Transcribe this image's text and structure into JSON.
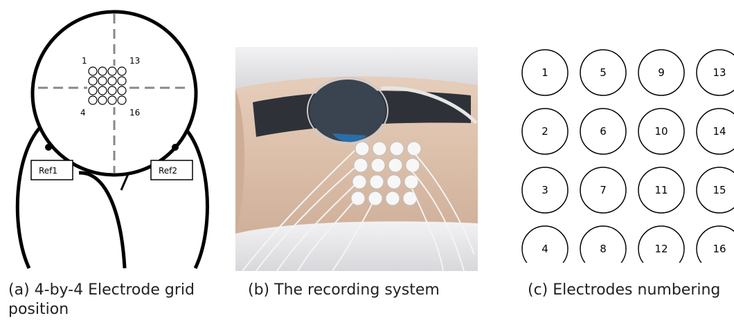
{
  "panel_a": {
    "grid_labels": {
      "top_left": "1",
      "top_right": "13",
      "bottom_left": "4",
      "bottom_right": "16"
    },
    "ref1": "Ref1",
    "ref2": "Ref2",
    "caption": "(a) 4-by-4 Electrode grid position"
  },
  "panel_b": {
    "caption": "(b) The recording system"
  },
  "panel_c": {
    "electrodes": [
      [
        "1",
        "5",
        "9",
        "13"
      ],
      [
        "2",
        "6",
        "10",
        "14"
      ],
      [
        "3",
        "7",
        "11",
        "15"
      ],
      [
        "4",
        "8",
        "12",
        "16"
      ]
    ],
    "caption": "(c) Electrodes numbering"
  }
}
